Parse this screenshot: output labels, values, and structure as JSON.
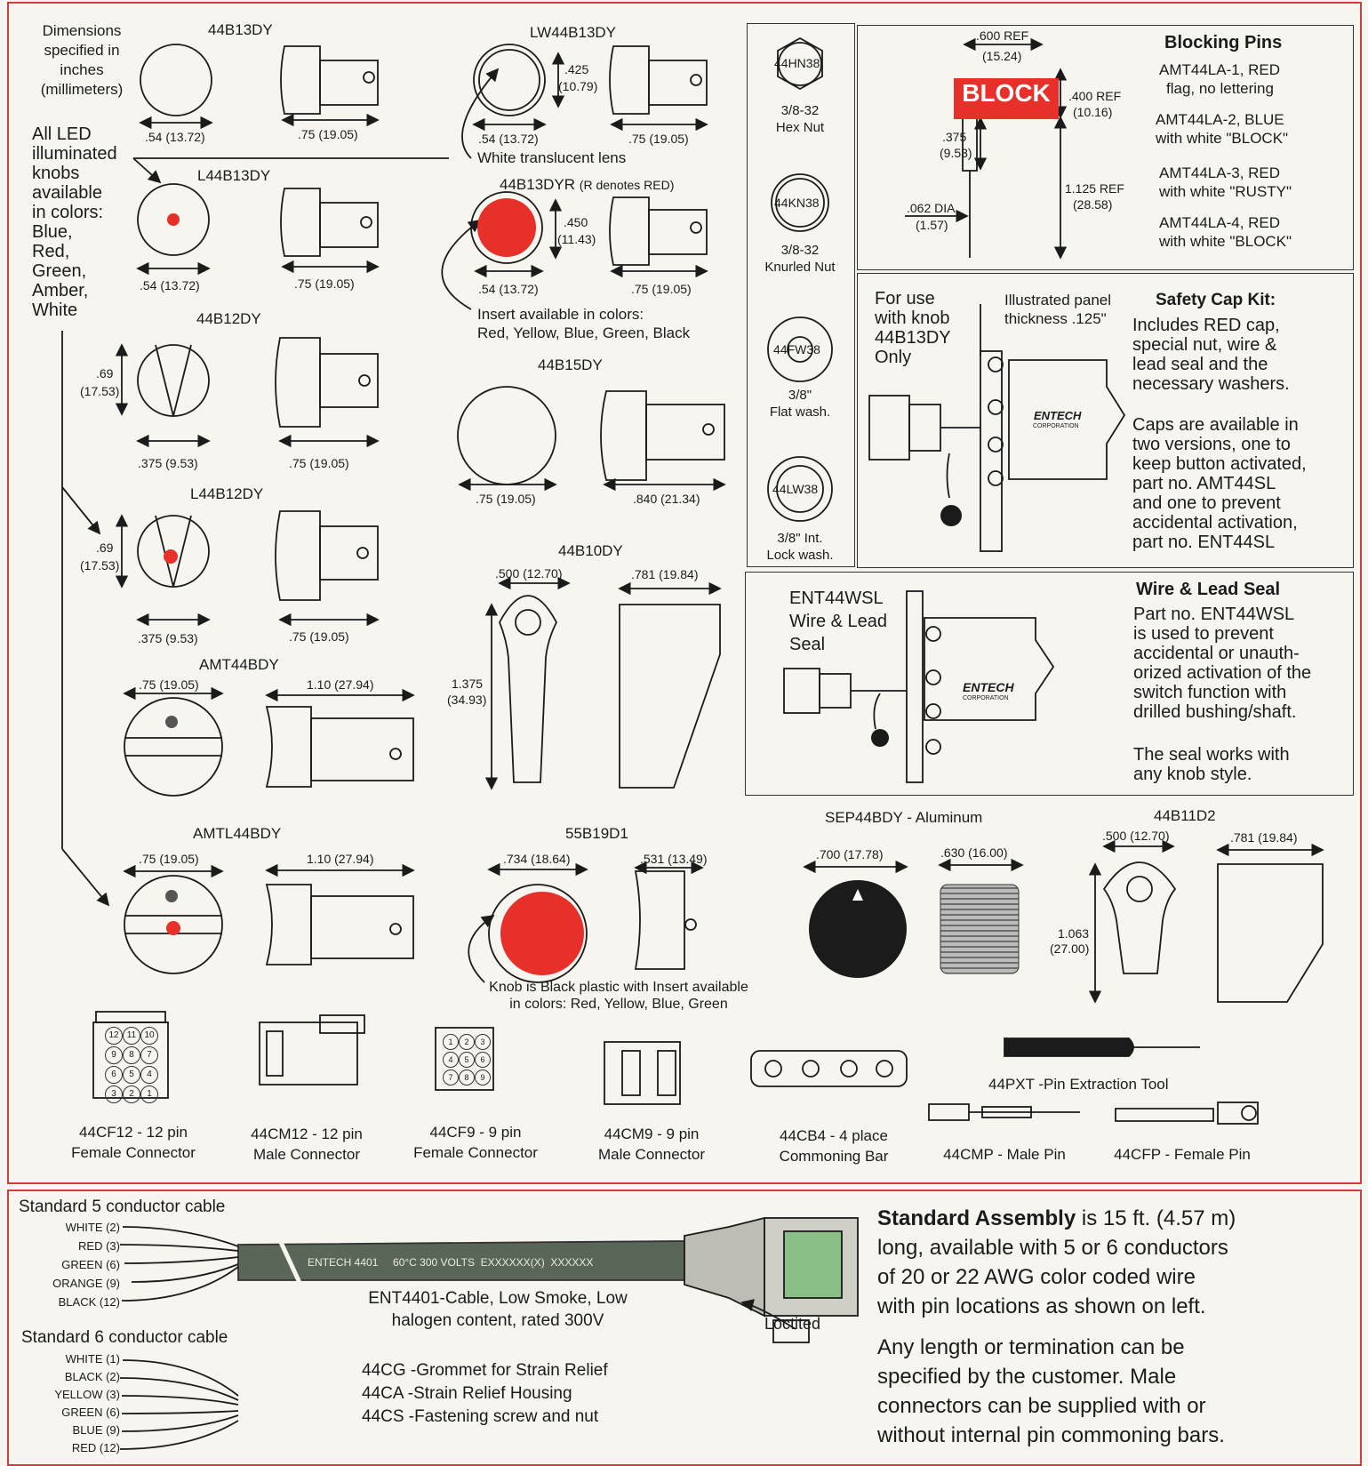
{
  "top_panel": {
    "dims_note": [
      "Dimensions",
      "specified in",
      "inches",
      "(millimeters)"
    ],
    "led_note": [
      "All LED",
      "illuminated",
      "knobs",
      "available",
      "in colors:",
      "Blue,",
      "Red,",
      "Green,",
      "Amber,",
      "White"
    ],
    "knobs": [
      {
        "id": "44B13DY",
        "dim_front": ".54 (13.72)",
        "dim_side": ".75 (19.05)"
      },
      {
        "id": "LW44B13DY",
        "dim_front": ".54 (13.72)",
        "dim_side": ".75 (19.05)",
        "dim_h1": ".425",
        "dim_h2": "(10.79)",
        "note": "White translucent lens"
      },
      {
        "id": "L44B13DY",
        "dim_front": ".54 (13.72)",
        "dim_side": ".75 (19.05)"
      },
      {
        "id": "44B13DYR",
        "id_note": "(R denotes RED)",
        "dim_front": ".54 (13.72)",
        "dim_side": ".75 (19.05)",
        "dim_h1": ".450",
        "dim_h2": "(11.43)",
        "note1": "Insert available in colors:",
        "note2": "Red, Yellow, Blue, Green, Black"
      },
      {
        "id": "44B12DY",
        "dim_h1": ".69",
        "dim_h2": "(17.53)",
        "dim_front": ".375 (9.53)",
        "dim_side": ".75 (19.05)"
      },
      {
        "id": "44B15DY",
        "dim_front": ".75 (19.05)",
        "dim_side": ".840 (21.34)"
      },
      {
        "id": "L44B12DY",
        "dim_h1": ".69",
        "dim_h2": "(17.53)",
        "dim_front": ".375 (9.53)",
        "dim_side": ".75 (19.05)"
      },
      {
        "id": "44B10DY",
        "dim_top": ".500 (12.70)",
        "dim_side": ".781 (19.84)",
        "dim_h1": "1.375",
        "dim_h2": "(34.93)"
      },
      {
        "id": "AMT44BDY",
        "dim_front": ".75 (19.05)",
        "dim_side": "1.10 (27.94)"
      },
      {
        "id": "AMTL44BDY",
        "dim_front": ".75 (19.05)",
        "dim_side": "1.10 (27.94)"
      },
      {
        "id": "55B19D1",
        "dim_front": ".734 (18.64)",
        "dim_side": ".531 (13.49)",
        "note1": "Knob is Black plastic with Insert available",
        "note2": "in colors: Red, Yellow, Blue, Green"
      },
      {
        "id": "SEP44BDY - Aluminum",
        "dim_front": ".700 (17.78)",
        "dim_side": ".630 (16.00)"
      },
      {
        "id": "44B11D2",
        "dim_top": ".500 (12.70)",
        "dim_side": ".781 (19.84)",
        "dim_h1": "1.063",
        "dim_h2": "(27.00)"
      }
    ],
    "hardware": [
      {
        "code": "44HN38",
        "size": "3/8-32",
        "name": "Hex Nut"
      },
      {
        "code": "44KN38",
        "size": "3/8-32",
        "name": "Knurled Nut"
      },
      {
        "code": "44FW38",
        "size": "3/8\"",
        "name": "Flat wash."
      },
      {
        "code": "44LW38",
        "size": "3/8\" Int.",
        "name": "Lock wash."
      }
    ],
    "blocking_pins": {
      "title": "Blocking Pins",
      "flag_text": "BLOCK",
      "dims": {
        "w1": ".600 REF",
        "w2": "(15.24)",
        "h1": ".400 REF",
        "h2": "(10.16)",
        "p1": ".375",
        "p2": "(9.53)",
        "l1": "1.125 REF",
        "l2": "(28.58)",
        "d1": ".062 DIA.",
        "d2": "(1.57)"
      },
      "items": [
        [
          "AMT44LA-1, RED",
          "flag, no lettering"
        ],
        [
          "AMT44LA-2, BLUE",
          "with white \"BLOCK\""
        ],
        [
          "AMT44LA-3, RED",
          "with white \"RUSTY\""
        ],
        [
          "AMT44LA-4, RED",
          "with white \"BLOCK\""
        ]
      ]
    },
    "safety_cap": {
      "use_note": [
        "For use",
        "with knob",
        "44B13DY",
        "Only"
      ],
      "panel_note": [
        "Illustrated panel",
        "thickness .125\""
      ],
      "title": "Safety Cap Kit:",
      "desc1": [
        "Includes RED cap,",
        "special nut, wire &",
        "lead seal and the",
        "necessary washers."
      ],
      "desc2": [
        "Caps are available in",
        "two versions, one to",
        "keep button activated,",
        "part no. AMT44SL",
        "and one to prevent",
        "accidental activation,",
        "part no. ENT44SL"
      ],
      "brand": "ENTECH",
      "brand_sub": "CORPORATION"
    },
    "wire_seal": {
      "label": [
        "ENT44WSL",
        "Wire & Lead",
        "Seal"
      ],
      "title": "Wire & Lead Seal",
      "desc1": [
        "Part no. ENT44WSL",
        "is used to prevent",
        "accidental or unauth-",
        "orized activation of the",
        "switch function with",
        "drilled bushing/shaft."
      ],
      "desc2": [
        "The seal works with",
        "any knob style."
      ],
      "brand": "ENTECH",
      "brand_sub": "CORPORATION"
    },
    "connectors": [
      {
        "name": "44CF12 - 12 pin",
        "desc": "Female Connector"
      },
      {
        "name": "44CM12 - 12 pin",
        "desc": "Male Connector"
      },
      {
        "name": "44CF9 - 9 pin",
        "desc": "Female Connector"
      },
      {
        "name": "44CM9 - 9 pin",
        "desc": "Male Connector"
      },
      {
        "name": "44CB4 - 4 place",
        "desc": "Commoning Bar"
      },
      {
        "name": "44CMP - Male Pin",
        "desc": ""
      },
      {
        "name": "44CFP - Female Pin",
        "desc": ""
      }
    ],
    "pin_tool": "44PXT -Pin Extraction Tool",
    "pin_numbers_12": [
      "12",
      "11",
      "10",
      "9",
      "8",
      "7",
      "6",
      "5",
      "4",
      "3",
      "2",
      "1"
    ],
    "pin_numbers_9": [
      "1",
      "2",
      "3",
      "4",
      "5",
      "6",
      "7",
      "8",
      "9"
    ]
  },
  "bottom_panel": {
    "cable5_title": "Standard 5 conductor cable",
    "cable5": [
      "WHITE (2)",
      "RED (3)",
      "GREEN (6)",
      "ORANGE (9)",
      "BLACK (12)"
    ],
    "cable6_title": "Standard 6 conductor cable",
    "cable6": [
      "WHITE (1)",
      "BLACK (2)",
      "YELLOW (3)",
      "GREEN (6)",
      "BLUE (9)",
      "RED (12)"
    ],
    "cable_print": "ENTECH 4401     60°C 300 VOLTS  EXXXXXX(X)  XXXXXX",
    "cable_desc": [
      "ENT4401-Cable, Low Smoke, Low",
      "halogen content, rated 300V"
    ],
    "loctited": "Loctited",
    "parts": [
      "44CG -Grommet for Strain Relief",
      "44CA -Strain Relief Housing",
      "44CS -Fastening screw and nut"
    ],
    "assembly_title": "Standard Assembly",
    "assembly_rest": " is 15 ft. (4.57 m)",
    "assembly_lines": [
      "long, available with  5 or 6 conductors",
      "of  20 or 22 AWG color coded wire",
      "with pin locations as shown on left."
    ],
    "custom_lines": [
      "Any length or  termination can be",
      "specified by the  customer. Male",
      "connectors can be supplied with or",
      "without internal pin  commoning bars."
    ]
  },
  "colors": {
    "frame": "#d23c3c",
    "red": "#e8302a",
    "ink": "#1b1b1b",
    "paper": "#f6f5ef"
  }
}
